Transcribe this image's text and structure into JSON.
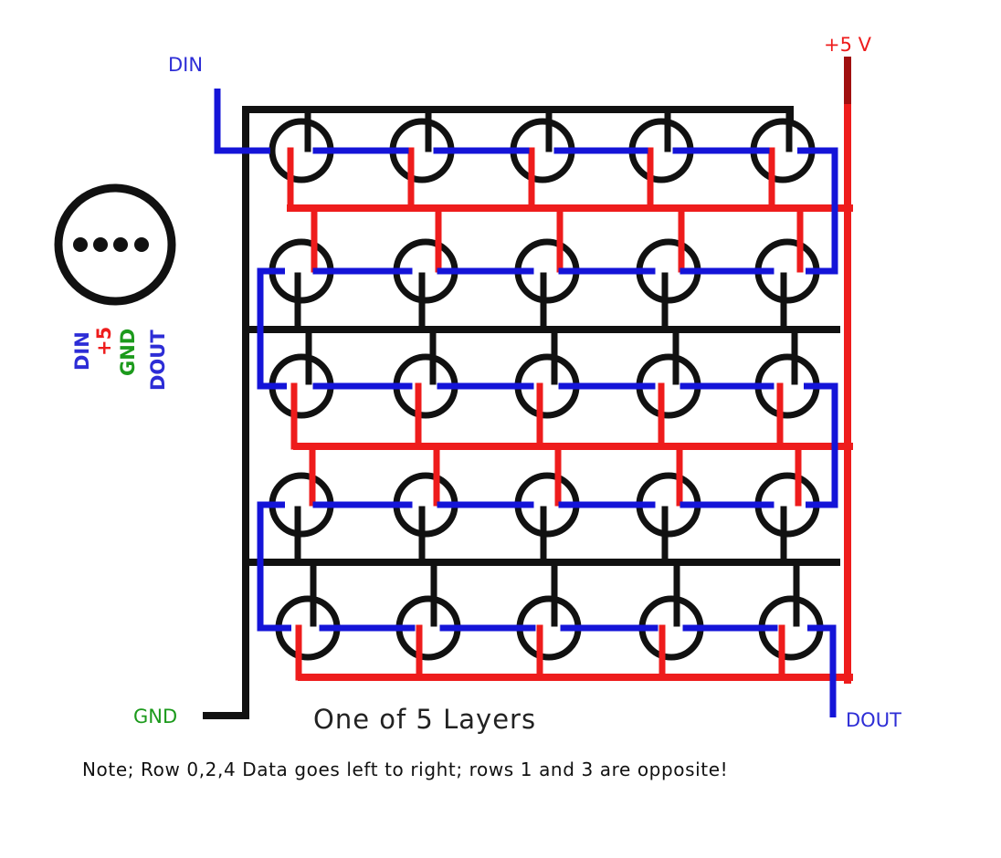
{
  "labels": {
    "din": "DIN",
    "plus5v": "+5 V",
    "dout": "DOUT",
    "gnd": "GND",
    "layer_caption": "One of 5 Layers",
    "note": "Note; Row 0,2,4 Data goes left to right; rows 1 and 3 are opposite!"
  },
  "pinout": {
    "din": "DIN",
    "plus5": "+5",
    "gnd": "GND",
    "dout": "DOUT"
  },
  "colors": {
    "data": "#1414d8",
    "power": "#ee1c1c",
    "power_dark": "#a01010",
    "ground": "#111111",
    "gnd_label": "#1c9a1c",
    "din_label": "#2d2dd6"
  },
  "grid": {
    "rows": 5,
    "cols": 5
  }
}
